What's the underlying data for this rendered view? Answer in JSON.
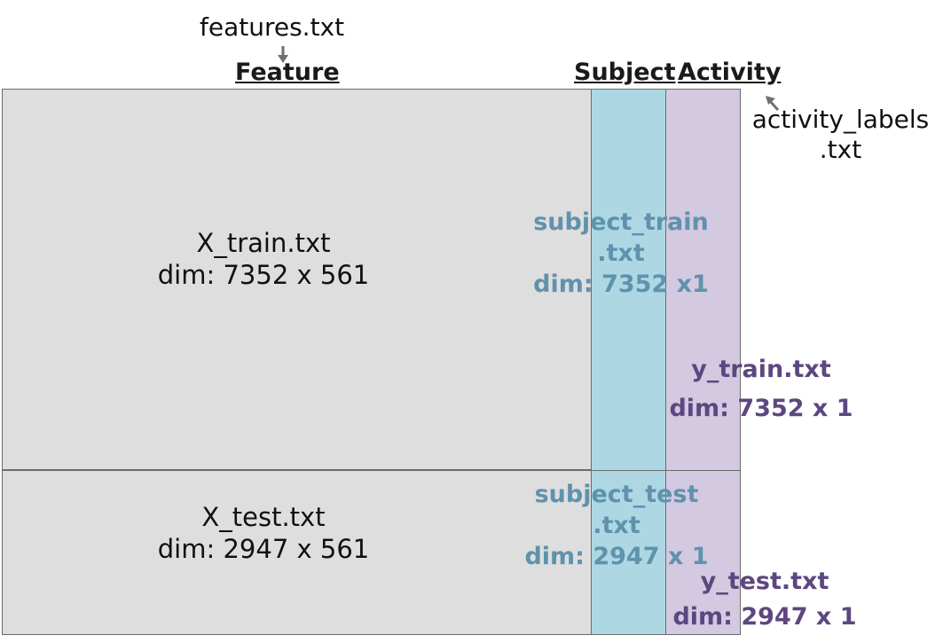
{
  "top_labels": {
    "features_file": "features.txt",
    "feature_header": "Feature",
    "subject_header": "Subject",
    "activity_header": "Activity",
    "activity_labels_line1": "activity_labels",
    "activity_labels_line2": ".txt"
  },
  "blocks": {
    "x_train": {
      "name": "X_train.txt",
      "dim": "dim: 7352 x 561"
    },
    "x_test": {
      "name": "X_test.txt",
      "dim": "dim: 2947 x 561"
    },
    "subject_train": {
      "line1": "subject_train",
      "line2": ".txt",
      "dim": "dim: 7352 x1"
    },
    "subject_test": {
      "line1": "subject_test",
      "line2": ".txt",
      "dim": "dim: 2947 x 1"
    },
    "y_train": {
      "name": "y_train.txt",
      "dim": "dim: 7352 x 1"
    },
    "y_test": {
      "name": "y_test.txt",
      "dim": "dim: 2947 x 1"
    }
  },
  "colors": {
    "feature_fill": "#dedede",
    "subject_fill": "#add8e3",
    "activity_fill": "#d3c9e0",
    "subject_text": "#5f92ad",
    "activity_text": "#5d4780"
  }
}
